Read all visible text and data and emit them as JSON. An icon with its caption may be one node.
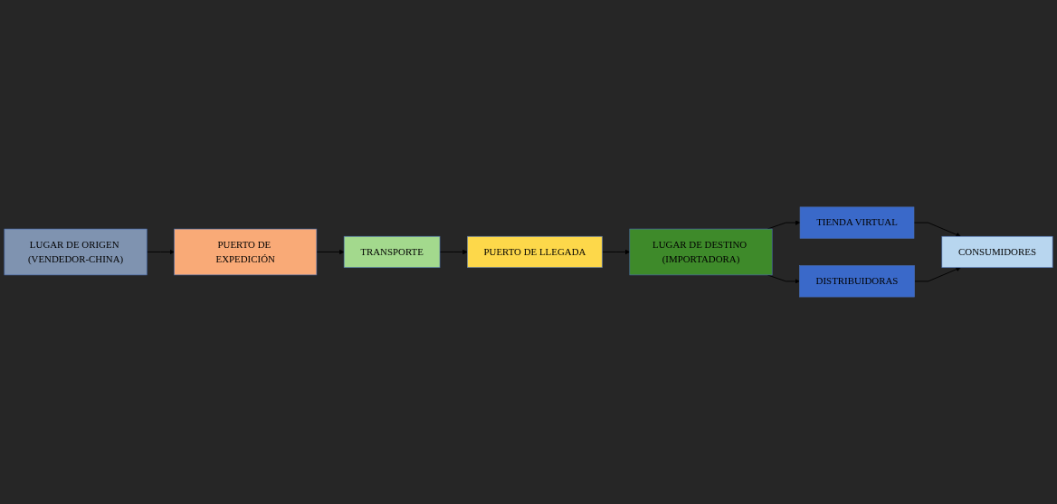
{
  "diagram": {
    "nodes": [
      {
        "text": [
          "LUGAR DE ORIGEN (VENDEDOR-CHINA)"
        ]
      },
      {
        "text": [
          "PUERTO DE EXPEDICIÓN"
        ]
      },
      {
        "text": [
          "TRANSPORTE"
        ]
      },
      {
        "text": [
          "PUERTO DE LLEGADA"
        ]
      },
      {
        "text": [
          "LUGAR DE DESTINO (IMPORTADORA)"
        ]
      },
      {
        "text": [
          "TIENDA VIRTUAL"
        ]
      },
      {
        "text": [
          "DISTRIBUIDORAS"
        ]
      },
      {
        "text": [
          "CONSUMIDORES"
        ]
      }
    ],
    "edges": [
      {
        "from": 0,
        "to": 1,
        "arrow": "to"
      },
      {
        "from": 1,
        "to": 2,
        "arrow": "to"
      },
      {
        "from": 2,
        "to": 3,
        "arrow": "to"
      },
      {
        "from": 3,
        "to": 4,
        "arrow": "to"
      },
      {
        "from": 4,
        "to": 5,
        "arrow": "to"
      },
      {
        "from": 4,
        "to": 6,
        "arrow": "to"
      },
      {
        "from": 5,
        "to": 7,
        "arrow": "to"
      },
      {
        "from": 6,
        "to": 7,
        "arrow": "to"
      }
    ]
  }
}
